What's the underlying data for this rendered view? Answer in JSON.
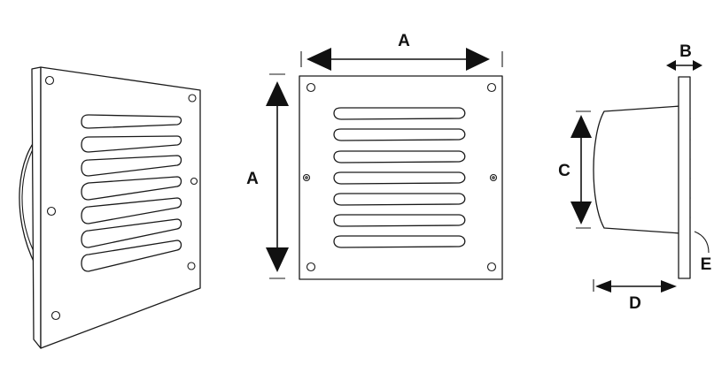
{
  "labels": {
    "width": "A",
    "height": "A",
    "frame_depth": "B",
    "spigot_diameter": "C",
    "spigot_length": "D",
    "louver_angle": "E"
  },
  "drawing": {
    "louver_count_front": 7,
    "stroke_color": "#1a1a1a",
    "background": "#ffffff"
  }
}
